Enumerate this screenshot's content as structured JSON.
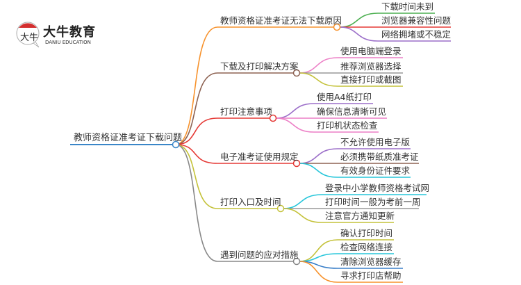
{
  "logo": {
    "name_cn": "大牛教育",
    "name_en": "DANIU EDUCATION",
    "mark_text": "大牛"
  },
  "root": {
    "label": "教师资格证准考证下载问题",
    "color": "#3a86c8"
  },
  "branches": [
    {
      "label": "教师资格证准考证无法下载原因",
      "color": "#f7922c",
      "children": [
        {
          "label": "下载时间未到",
          "color": "#4caf50"
        },
        {
          "label": "浏览器兼容性问题",
          "color": "#e53935"
        },
        {
          "label": "网络拥堵或不稳定",
          "color": "#9c6fc9"
        }
      ]
    },
    {
      "label": "下载及打印解决方案",
      "color": "#8d6252",
      "children": [
        {
          "label": "使用电脑端登录",
          "color": "#ec7fc6"
        },
        {
          "label": "推荐浏览器选择",
          "color": "#999999"
        },
        {
          "label": "直接打印或截图",
          "color": "#c4c23a"
        }
      ]
    },
    {
      "label": "打印注意事项",
      "color": "#e53935",
      "children": [
        {
          "label": "使用A4纸打印",
          "color": "#9c6fc9"
        },
        {
          "label": "确保信息清晰可见",
          "color": "#ec7fc6"
        },
        {
          "label": "打印机状态检查",
          "color": "#ec7fc6"
        }
      ]
    },
    {
      "label": "电子准考证使用规定",
      "color": "#e53935",
      "children": [
        {
          "label": "不允许使用电子版",
          "color": "#9c6fc9"
        },
        {
          "label": "必须携带纸质准考证",
          "color": "#8d6252"
        },
        {
          "label": "有效身份证件要求",
          "color": "#26c6da"
        }
      ]
    },
    {
      "label": "打印入口及时间",
      "color": "#c4c23a",
      "children": [
        {
          "label": "登录中小学教师资格考试网",
          "color": "#26c6da"
        },
        {
          "label": "打印时间一般为考前一周",
          "color": "#999999"
        },
        {
          "label": "注意官方通知更新",
          "color": "#c4c23a"
        }
      ]
    },
    {
      "label": "遇到问题的应对措施",
      "color": "#888888",
      "children": [
        {
          "label": "确认打印时间",
          "color": "#c4c23a"
        },
        {
          "label": "检查网络连接",
          "color": "#26c6da"
        },
        {
          "label": "清除浏览器缓存",
          "color": "#3a7fc8"
        },
        {
          "label": "寻求打印店帮助",
          "color": "#f7922c"
        }
      ]
    }
  ]
}
